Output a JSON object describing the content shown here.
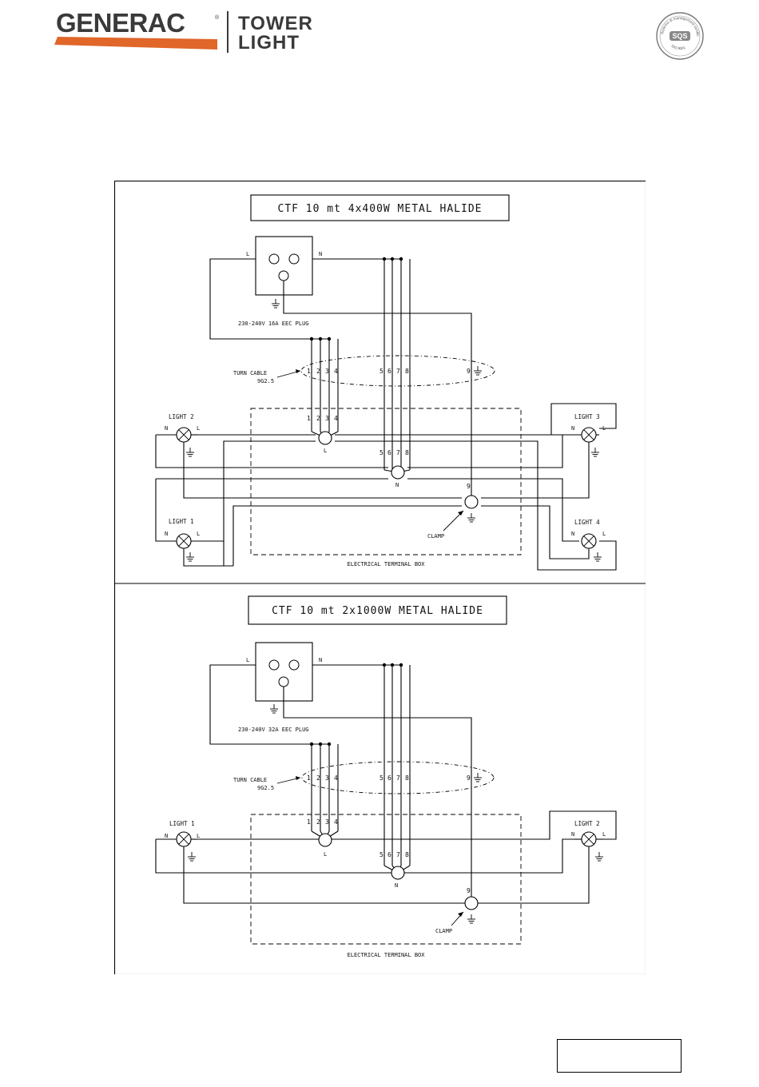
{
  "header": {
    "brand": "GENERAC",
    "registered": "®",
    "product_line1": "TOWER",
    "product_line2": "LIGHT",
    "brand_color": "#3a3a3a",
    "accent_color": "#e0662a",
    "seal_text_top": "Sistema di management certificato",
    "seal_logo": "SQS",
    "seal_text_bottom": "ISO 9001"
  },
  "diagram1": {
    "title": "CTF 10 mt 4x400W METAL HALIDE",
    "plug_L": "L",
    "plug_N": "N",
    "plug_label": "230-240V 16A EEC PLUG",
    "cable_label1": "TURN CABLE",
    "cable_label2": "9G2.5",
    "terminals_left": [
      "1",
      "2",
      "3",
      "4"
    ],
    "terminals_right": [
      "5",
      "6",
      "7",
      "8"
    ],
    "terminal_9": "9",
    "box_label": "ELECTRICAL TERMINAL BOX",
    "node_L": "L",
    "node_N": "N",
    "clamp": "CLAMP",
    "lights": [
      {
        "name": "LIGHT 2",
        "n": "N",
        "l": "L"
      },
      {
        "name": "LIGHT 1",
        "n": "N",
        "l": "L"
      },
      {
        "name": "LIGHT 3",
        "n": "N",
        "l": "L"
      },
      {
        "name": "LIGHT 4",
        "n": "N",
        "l": "L"
      }
    ]
  },
  "diagram2": {
    "title": "CTF 10 mt 2x1000W METAL HALIDE",
    "plug_L": "L",
    "plug_N": "N",
    "plug_label": "230-240V 32A EEC PLUG",
    "cable_label1": "TURN CABLE",
    "cable_label2": "9G2.5",
    "terminals_left": [
      "1",
      "2",
      "3",
      "4"
    ],
    "terminals_right": [
      "5",
      "6",
      "7",
      "8"
    ],
    "terminal_9": "9",
    "box_label": "ELECTRICAL TERMINAL BOX",
    "node_L": "L",
    "node_N": "N",
    "clamp": "CLAMP",
    "lights": [
      {
        "name": "LIGHT 1",
        "n": "N",
        "l": "L"
      },
      {
        "name": "LIGHT 2",
        "n": "N",
        "l": "L"
      }
    ]
  }
}
